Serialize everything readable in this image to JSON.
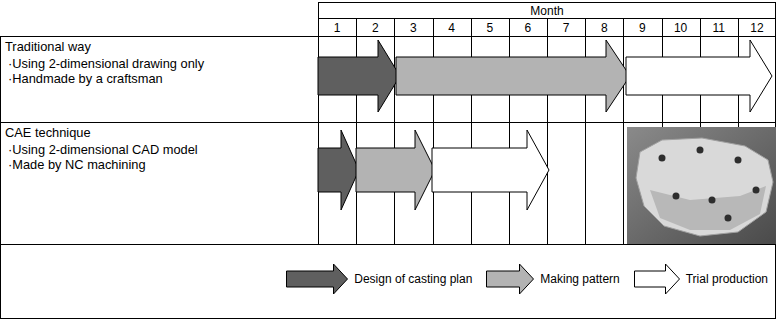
{
  "diagram": {
    "nodes": [
      {
        "text": [
          "Traditional way",
          "·Using 2-dimensional drawing only",
          "·Handmade by a craftsman"
        ]
      },
      {
        "text": [
          "CAE technique",
          "·Using 2-dimensional CAD model",
          "·Made by NC machining"
        ]
      }
    ],
    "labels": [
      "Month",
      "1",
      "2",
      "3",
      "4",
      "5",
      "6",
      "7",
      "8",
      "9",
      "10",
      "11",
      "12"
    ],
    "legend": [
      {
        "text": "Design of casting plan",
        "color": "#5f5f5f"
      },
      {
        "text": "Making pattern",
        "color": "#b3b3b3"
      },
      {
        "text": "Trial production",
        "color": "#ffffff"
      }
    ]
  }
}
